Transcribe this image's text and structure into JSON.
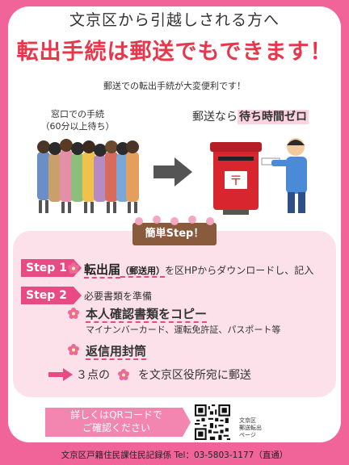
{
  "header": {
    "subtitle": "文京区から引越しされる方へ",
    "title": "転出手続は郵送でもできます！",
    "tagline": "郵送での転出手続が大変便利です！"
  },
  "comparison": {
    "window_label_line1": "窓口での手続",
    "window_label_line2": "（60分以上待ち）",
    "mail_label_prefix": "郵送なら",
    "mail_label_highlight": "待ち時間ゼロ"
  },
  "steps_banner": "簡単Step！",
  "step1": {
    "tag": "Step 1",
    "item_strong": "転出届",
    "item_note": "（郵送用）",
    "item_rest": "を区HPからダウンロードし、記入"
  },
  "step2": {
    "tag": "Step 2",
    "intro": "必要書類を準備",
    "item1_strong": "本人確認書類をコピー",
    "item1_detail": "マイナンバーカード、運転免許証、パスポート等",
    "item2_strong": "返信用封筒"
  },
  "final": {
    "prefix": "３点の",
    "suffix": "を文京区役所宛に郵送"
  },
  "qr": {
    "button_line1": "詳しくはQRコードで",
    "button_line2": "ご確認ください",
    "caption_line1": "文京区",
    "caption_line2": "郵送転出",
    "caption_line3": "ページ"
  },
  "footer": "文京区戸籍住民課住民記録係 Tel：03-5803-1177（直通）",
  "colors": {
    "brand_pink": "#f1649a",
    "accent_red": "#e8364b",
    "panel_pink": "#fde1ea",
    "tag_pink": "#e84a83"
  }
}
